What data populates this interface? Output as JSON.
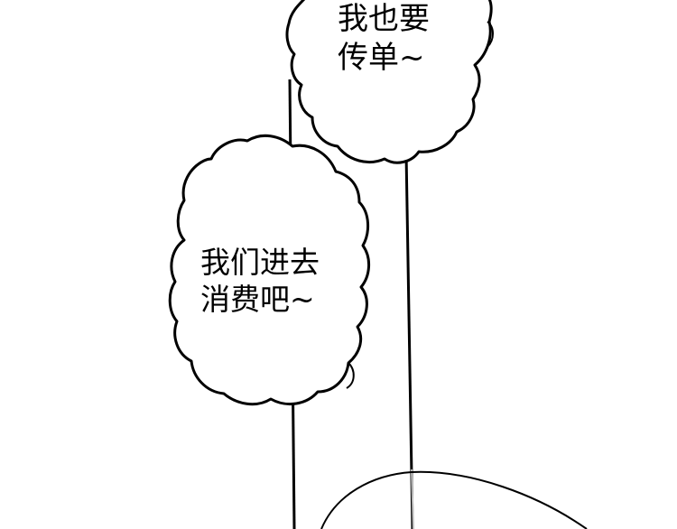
{
  "panel": {
    "bubbles": [
      {
        "lines": [
          "我也要",
          "传单~"
        ]
      },
      {
        "lines": [
          "我们进去",
          "消费吧~"
        ]
      }
    ]
  },
  "colors": {
    "ink": "#000000",
    "paper": "#ffffff",
    "post_highlight": "#bdbdbd"
  }
}
